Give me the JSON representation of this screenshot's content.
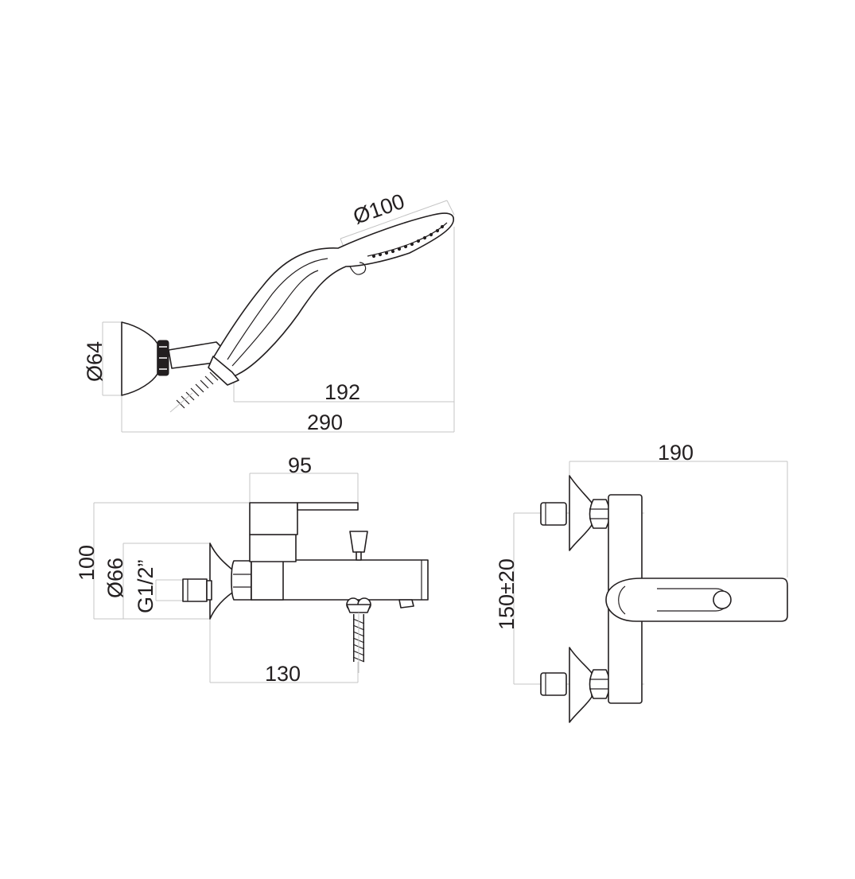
{
  "dimensions": {
    "handshower_head_diameter": "Ø100",
    "wall_holder_diameter": "Ø64",
    "handshower_offset": "192",
    "total_length": "290",
    "lever_width": "95",
    "body_height": "100",
    "flange_diameter": "Ø66",
    "connection_thread": "G1/2”",
    "spout_projection": "130",
    "total_width": "190",
    "centre_distance": "150±20"
  }
}
